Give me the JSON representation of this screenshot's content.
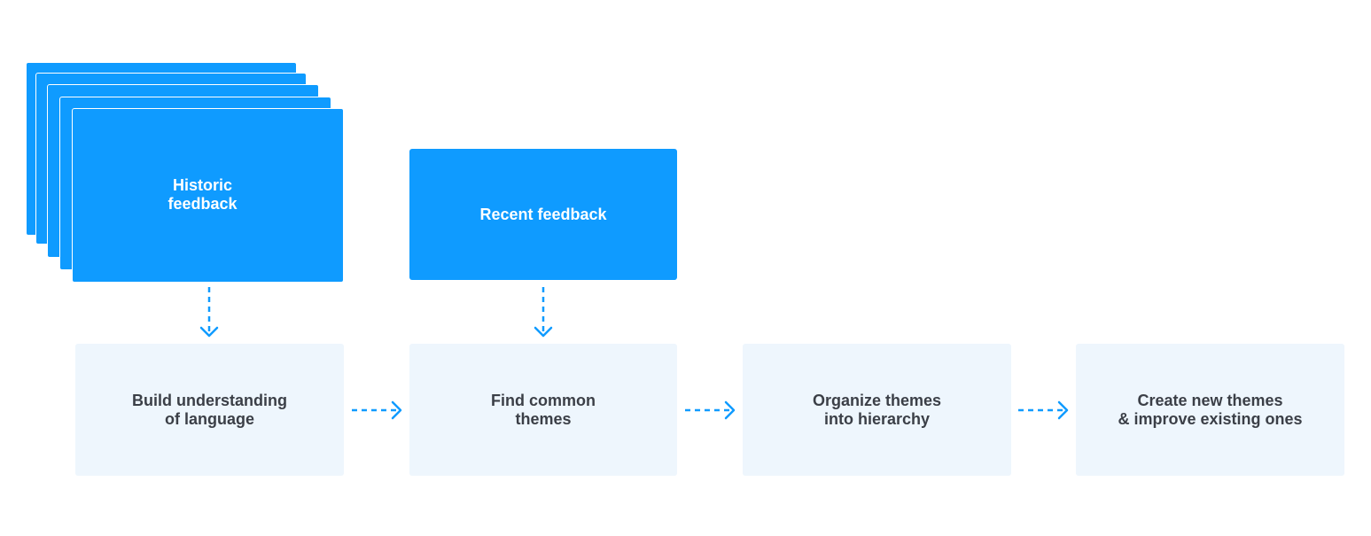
{
  "colors": {
    "source_card": "#0f9bff",
    "step_box": "#eef6fd",
    "step_text": "#3b3f47",
    "arrow": "#0f9bff"
  },
  "sources": {
    "historic": {
      "label": "Historic\nfeedback"
    },
    "recent": {
      "label": "Recent feedback"
    }
  },
  "steps": [
    {
      "label": "Build understanding\nof language"
    },
    {
      "label": "Find common\nthemes"
    },
    {
      "label": "Organize themes\ninto hierarchy"
    },
    {
      "label": "Create new themes\n& improve existing ones"
    }
  ]
}
